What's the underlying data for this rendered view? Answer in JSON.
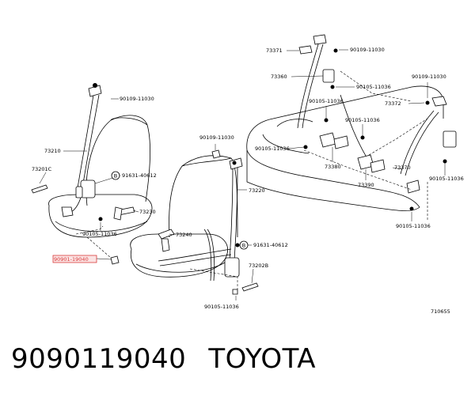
{
  "diagram": {
    "labels": {
      "p90109_11030_a": "90109-11030",
      "p73210": "73210",
      "p73201c": "73201C",
      "p91631_40612_a": "91631-40612",
      "p73230": "73230",
      "p90105_11036_a": "90105-11036",
      "p90901_19040": "90901-19040",
      "p90109_11030_b": "90109-11030",
      "p73220": "73220",
      "p73240": "73240",
      "p91631_40612_b": "91631-40612",
      "p73202b": "73202B",
      "p90105_11036_b": "90105-11036",
      "p73371": "73371",
      "p90109_11030_c": "90109-11030",
      "p73360": "73360",
      "p90105_11036_c": "90105-11036",
      "p90109_11030_d": "90109-11030",
      "p73372": "73372",
      "p90105_11036_d": "90105-11036",
      "p90105_11036_e": "90105-11036",
      "p90105_11036_f": "90105-11036",
      "p73380": "73380",
      "p73390": "73390",
      "p73370": "73370",
      "p90105_11036_g": "90105-11036",
      "p90105_11036_h": "90105-11036",
      "figure_id": "710655",
      "circle_b_1": "B",
      "circle_b_2": "B"
    }
  },
  "caption": {
    "part_number": "9090119040",
    "brand": "TOYOTA"
  },
  "colors": {
    "highlight": "#d93a3a",
    "highlight_fill": "#fbe3e3",
    "line": "#000000"
  }
}
